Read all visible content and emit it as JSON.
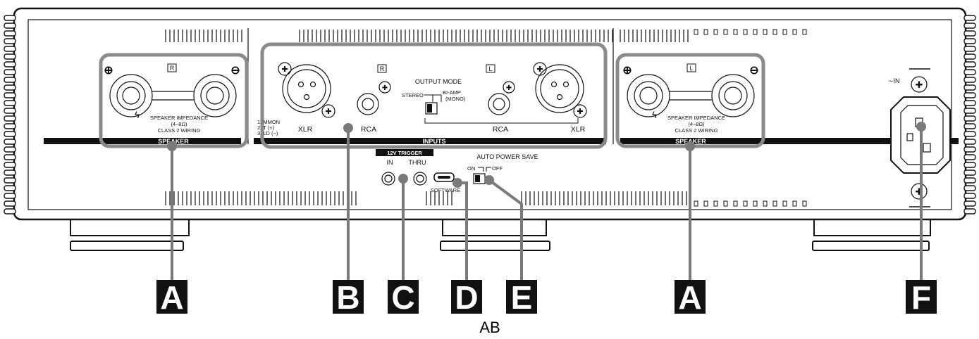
{
  "caption": "AB",
  "speaker_left": {
    "channel": "R",
    "impedance_line1": "SPEAKER IMPEDANCE",
    "impedance_line2": "(4–8Ω)",
    "wiring": "CLASS 2 WIRING",
    "section": "SPEAKER"
  },
  "speaker_right": {
    "channel": "L",
    "impedance_line1": "SPEAKER IMPEDANCE",
    "impedance_line2": "(4–8Ω)",
    "wiring": "CLASS 2 WIRING",
    "section": "SPEAKER"
  },
  "inputs": {
    "section": "INPUTS",
    "xlr_left": "XLR",
    "xlr_right": "XLR",
    "rca_left": "RCA",
    "rca_right": "RCA",
    "channel_r": "R",
    "channel_l": "L",
    "output_mode": "OUTPUT MODE",
    "stereo": "STEREO",
    "biamp": "BI-AMP",
    "mono": "(MONO)",
    "pin1": "1. MMON",
    "pin2": "2. T (+)",
    "pin3": "3. LD (−)"
  },
  "trigger": {
    "title": "12V TRIGGER",
    "in": "IN",
    "thru": "THRU"
  },
  "software": "SOFTWARE",
  "power_save": {
    "title": "AUTO POWER SAVE",
    "on": "ON",
    "off": "OFF"
  },
  "ac_in": "∼IN",
  "callouts": [
    "A",
    "B",
    "C",
    "D",
    "E",
    "A",
    "F"
  ]
}
